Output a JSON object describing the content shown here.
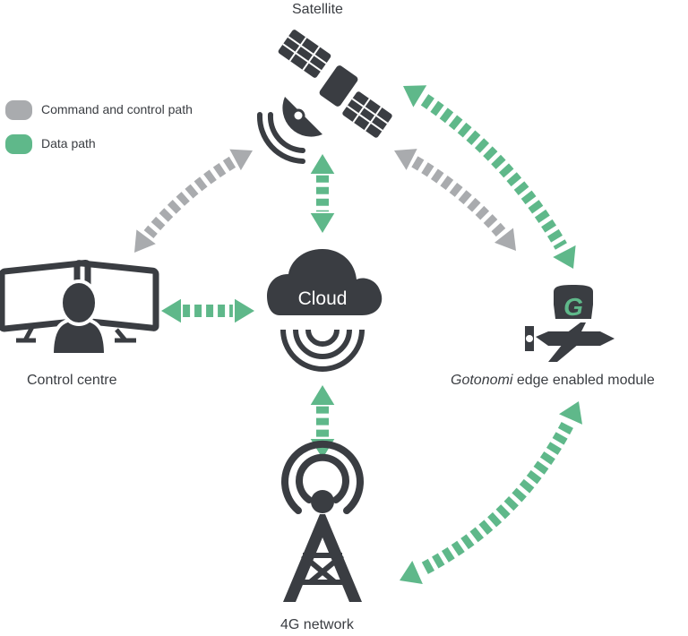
{
  "legend": {
    "items": [
      {
        "label": "Command and control path",
        "color": "#a9abae"
      },
      {
        "label": "Data path",
        "color": "#5fb88a"
      }
    ]
  },
  "nodes": {
    "satellite": {
      "label": "Satellite"
    },
    "control_centre": {
      "label": "Control centre"
    },
    "cloud": {
      "label": "Cloud"
    },
    "module": {
      "label_italic": "Gotonomi",
      "label_rest": " edge enabled module"
    },
    "network": {
      "label": "4G network"
    }
  },
  "logo_letter": "G",
  "colors": {
    "icon": "#3a3d42",
    "command_path": "#a9abae",
    "data_path": "#5fb88a"
  },
  "links": [
    {
      "from": "satellite",
      "to": "control_centre",
      "type": "command"
    },
    {
      "from": "satellite",
      "to": "cloud",
      "type": "data"
    },
    {
      "from": "satellite",
      "to": "module",
      "type": "command"
    },
    {
      "from": "satellite",
      "to": "module",
      "type": "data"
    },
    {
      "from": "control_centre",
      "to": "cloud",
      "type": "data"
    },
    {
      "from": "cloud",
      "to": "network",
      "type": "data"
    },
    {
      "from": "module",
      "to": "network",
      "type": "data"
    }
  ]
}
